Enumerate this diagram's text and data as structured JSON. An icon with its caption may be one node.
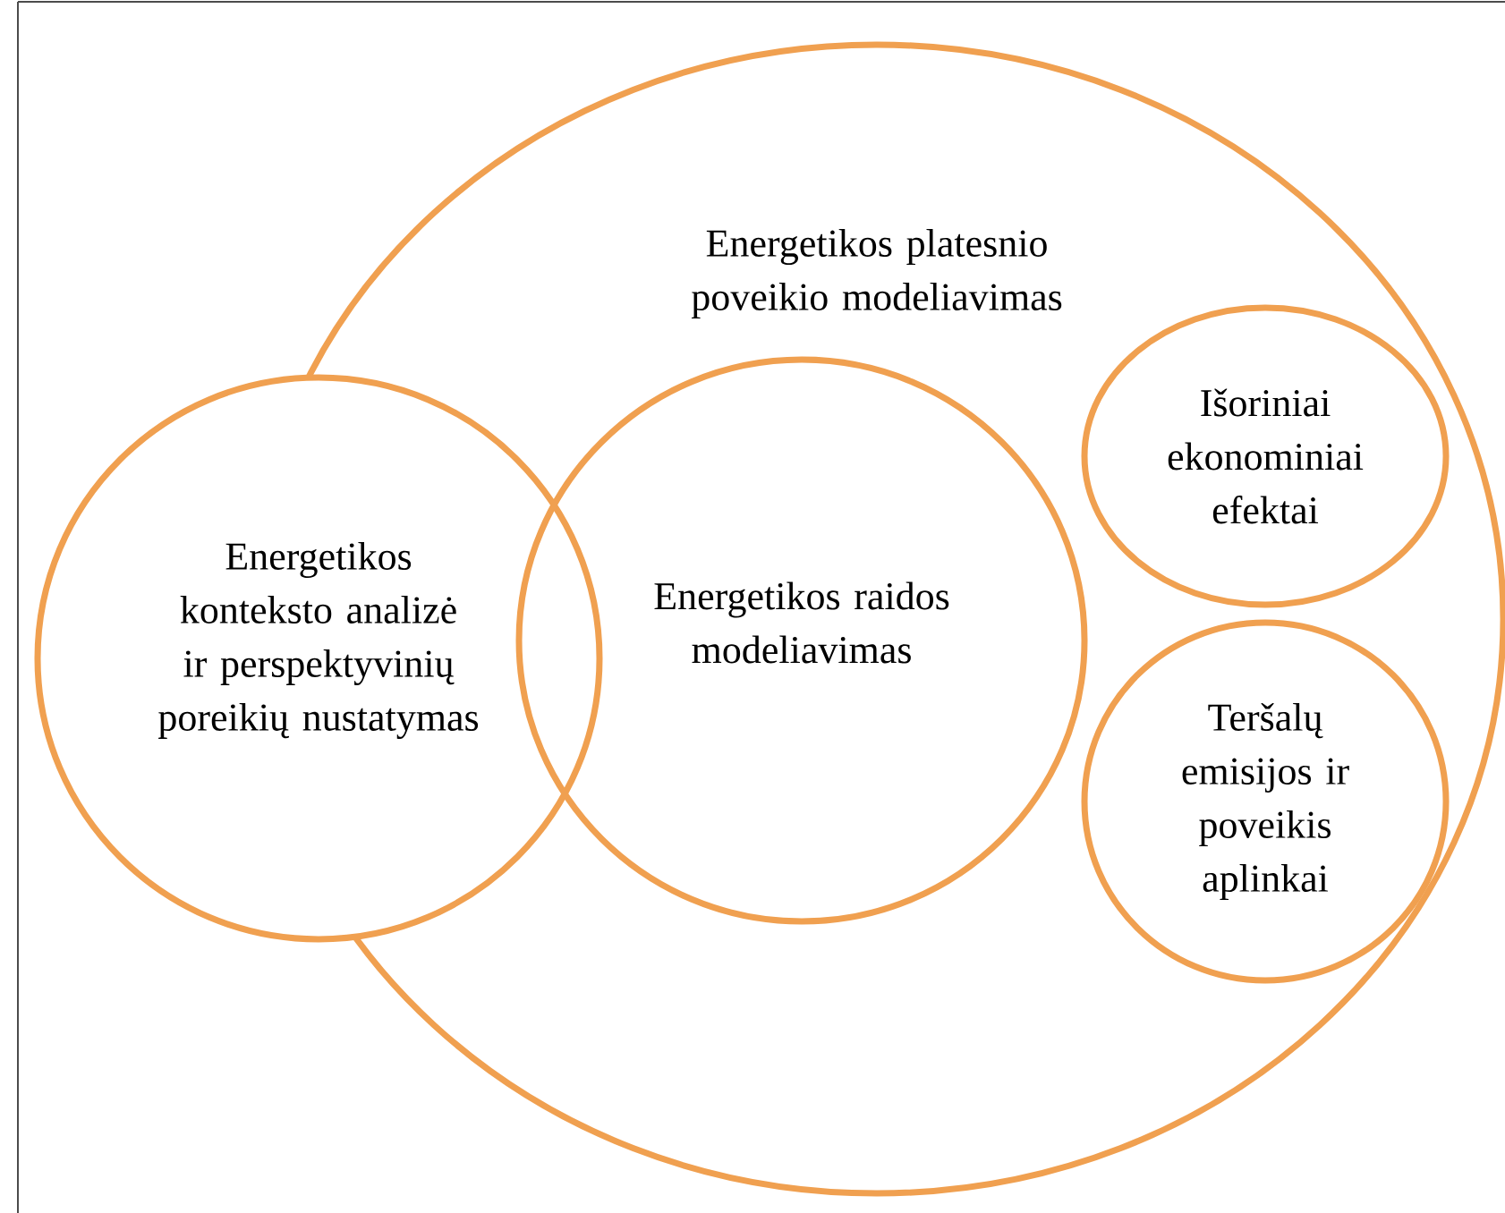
{
  "diagram": {
    "nodes": [
      {
        "text": [
          "Energetikos platesnio poveikio modeliavimas"
        ]
      },
      {
        "text": [
          "Energetikos konteksto analizė ir perspektyvinių poreikių nustatymas"
        ]
      },
      {
        "text": [
          "Energetikos raidos modeliavimas"
        ],
        "in": 0
      },
      {
        "text": [
          "Išoriniai ekonominiai efektai"
        ],
        "in": 0
      },
      {
        "text": [
          "Teršalų emisijos ir poveikis aplinkai"
        ],
        "in": 0
      }
    ]
  }
}
